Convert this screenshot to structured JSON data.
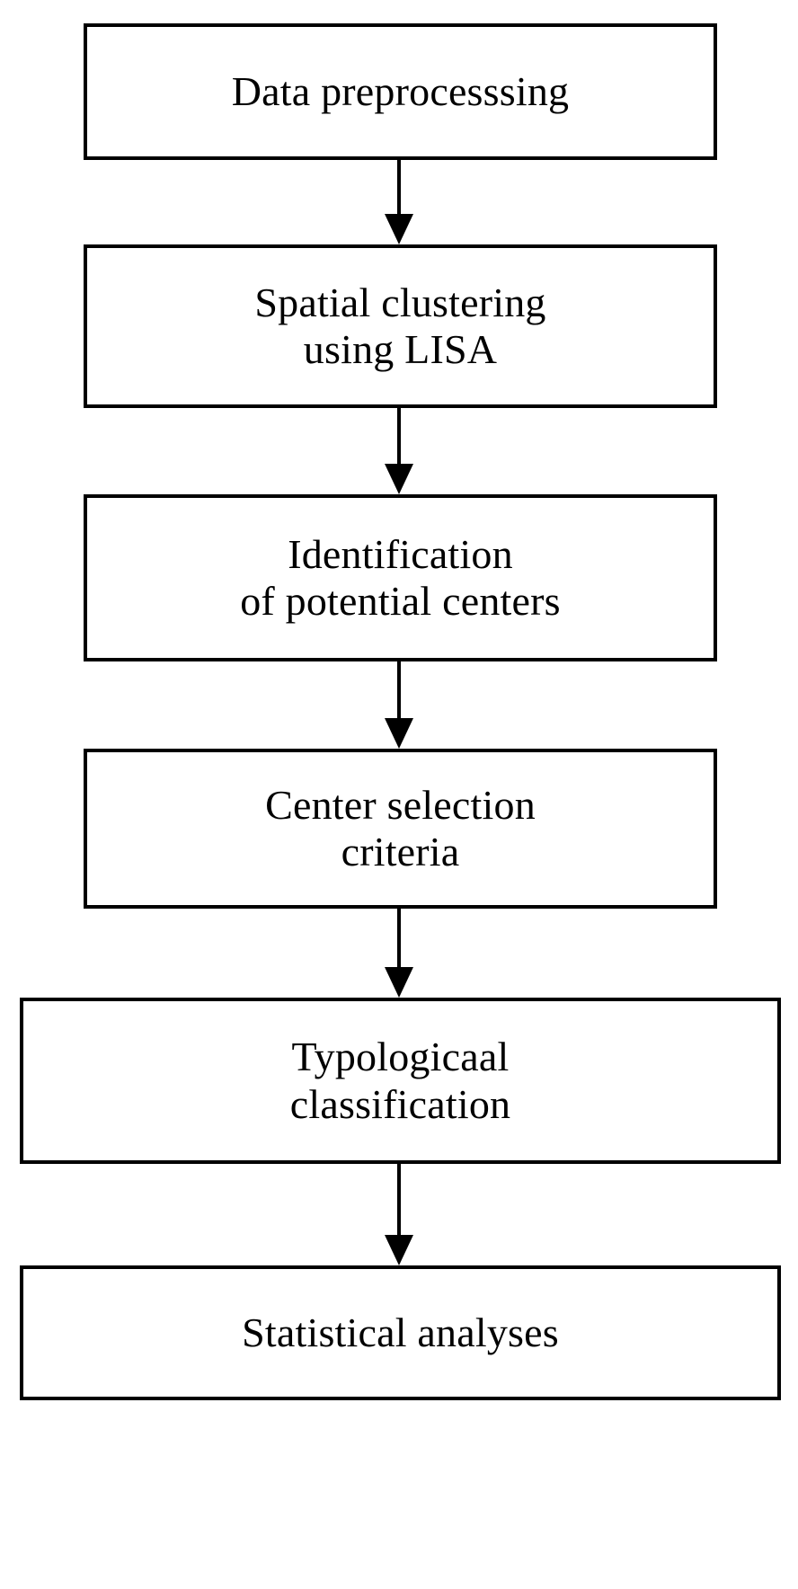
{
  "diagram": {
    "type": "flowchart",
    "orientation": "vertical",
    "background_color": "#ffffff",
    "line_color": "#000000",
    "nodes": [
      {
        "id": "node-1",
        "label": "Data preprocesssing",
        "shape": "rectangle",
        "width_class": "narrow"
      },
      {
        "id": "node-2",
        "label": "Spatial clustering\nusing LISA",
        "shape": "rectangle",
        "width_class": "narrow"
      },
      {
        "id": "node-3",
        "label": "Identification\nof potential centers",
        "shape": "rectangle",
        "width_class": "narrow"
      },
      {
        "id": "node-4",
        "label": "Center selection\ncriteria",
        "shape": "rectangle",
        "width_class": "narrow"
      },
      {
        "id": "node-5",
        "label": "Typologicaal\nclassification",
        "shape": "rectangle",
        "width_class": "wide"
      },
      {
        "id": "node-6",
        "label": "Statistical analyses",
        "shape": "rectangle",
        "width_class": "wide"
      }
    ],
    "connectors": [
      {
        "id": "conn-1",
        "from": "node-1",
        "to": "node-2",
        "style": "arrow-down"
      },
      {
        "id": "conn-2",
        "from": "node-2",
        "to": "node-3",
        "style": "arrow-down"
      },
      {
        "id": "conn-3",
        "from": "node-3",
        "to": "node-4",
        "style": "arrow-down"
      },
      {
        "id": "conn-4",
        "from": "node-4",
        "to": "node-5",
        "style": "arrow-down"
      },
      {
        "id": "conn-5",
        "from": "node-5",
        "to": "node-6",
        "style": "arrow-down"
      }
    ]
  }
}
